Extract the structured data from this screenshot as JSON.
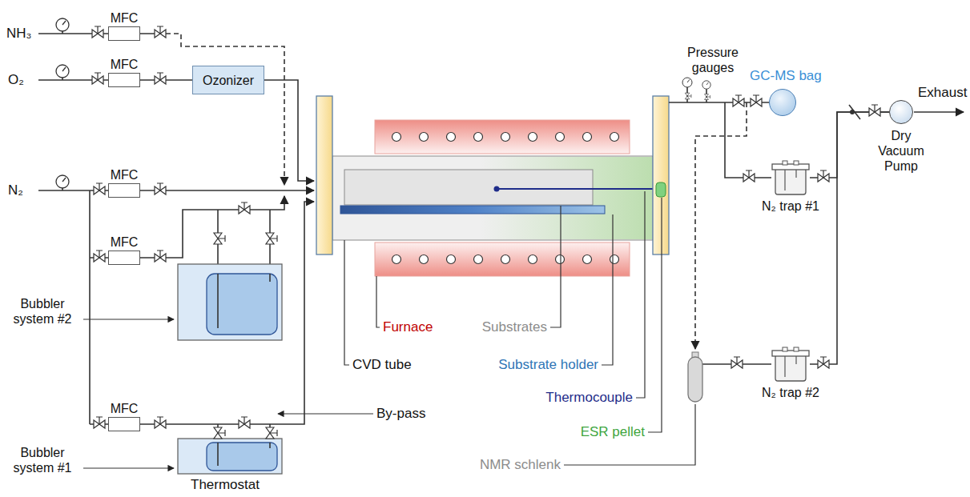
{
  "diagram": {
    "nodes": [
      {
        "text": [
          "MFC"
        ]
      },
      {
        "text": [
          "MFC"
        ]
      },
      {
        "text": [
          "Ozonizer"
        ]
      },
      {
        "text": [
          "MFC"
        ]
      },
      {
        "text": [
          "MFC"
        ]
      },
      {
        "text": [
          "MFC"
        ]
      },
      {
        "text": [
          "GC-MS bag"
        ]
      },
      {
        "text": [
          "Dry Vacuum Pump"
        ]
      },
      {
        "text": [
          "N₂ trap #1"
        ]
      },
      {
        "text": [
          "N₂ trap #2"
        ]
      }
    ],
    "edges": [
      {
        "from": 1,
        "to": 2,
        "arrow": "none"
      },
      {
        "from": 8,
        "to": 7,
        "arrow": "none"
      },
      {
        "from": 9,
        "to": 7,
        "arrow": "none"
      }
    ],
    "labels": [
      "NH₃",
      "O₂",
      "N₂",
      "Bubbler system #2",
      "Bubbler system #1",
      "Thermostat",
      "By-pass",
      "Furnace",
      "Substrates",
      "CVD tube",
      "Substrate holder",
      "Thermocouple",
      "ESR pellet",
      "NMR schlenk",
      "Pressure gauges",
      "Exhaust"
    ]
  }
}
